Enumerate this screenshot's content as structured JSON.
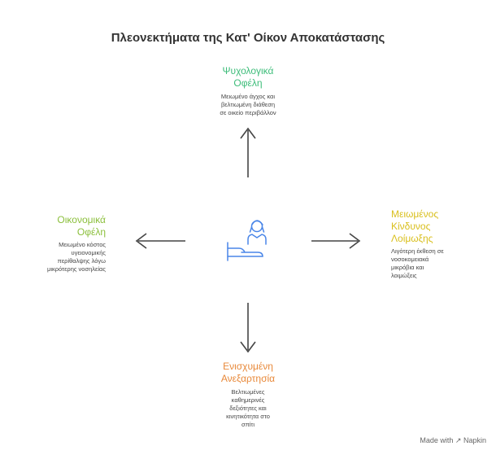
{
  "title": "Πλεονεκτήματα της Κατ' Οίκον Αποκατάστασης",
  "center_icon": "caregiver-patient-bed-icon",
  "branches": {
    "top": {
      "title_lines": [
        "Ψυχολογικά",
        "Οφέλη"
      ],
      "desc_lines": [
        "Μειωμένο άγχος και",
        "βελτιωμένη διάθεση",
        "σε οικείο περιβάλλον"
      ],
      "color": "#3ebd7a"
    },
    "left": {
      "title_lines": [
        "Οικονομικά",
        "Οφέλη"
      ],
      "desc_lines": [
        "Μειωμένο κόστος",
        "υγειονομικής",
        "περίθαλψης λόγω",
        "μικρότερης νοσηλείας"
      ],
      "color": "#8bbf3c"
    },
    "right": {
      "title_lines": [
        "Μειωμένος",
        "Κίνδυνος",
        "Λοίμωξης"
      ],
      "desc_lines": [
        "Λιγότερη έκθεση σε",
        "νοσοκομειακά",
        "μικρόβια και",
        "λοιμώξεις"
      ],
      "color": "#d9bf1c"
    },
    "bottom": {
      "title_lines": [
        "Ενισχυμένη",
        "Ανεξαρτησία"
      ],
      "desc_lines": [
        "Βελτιωμένες",
        "καθημερινές",
        "δεξιότητες και",
        "κινητικότητα στο",
        "σπίτι"
      ],
      "color": "#e8893a"
    }
  },
  "footer": {
    "label": "Made with",
    "brand": "Napkin"
  }
}
